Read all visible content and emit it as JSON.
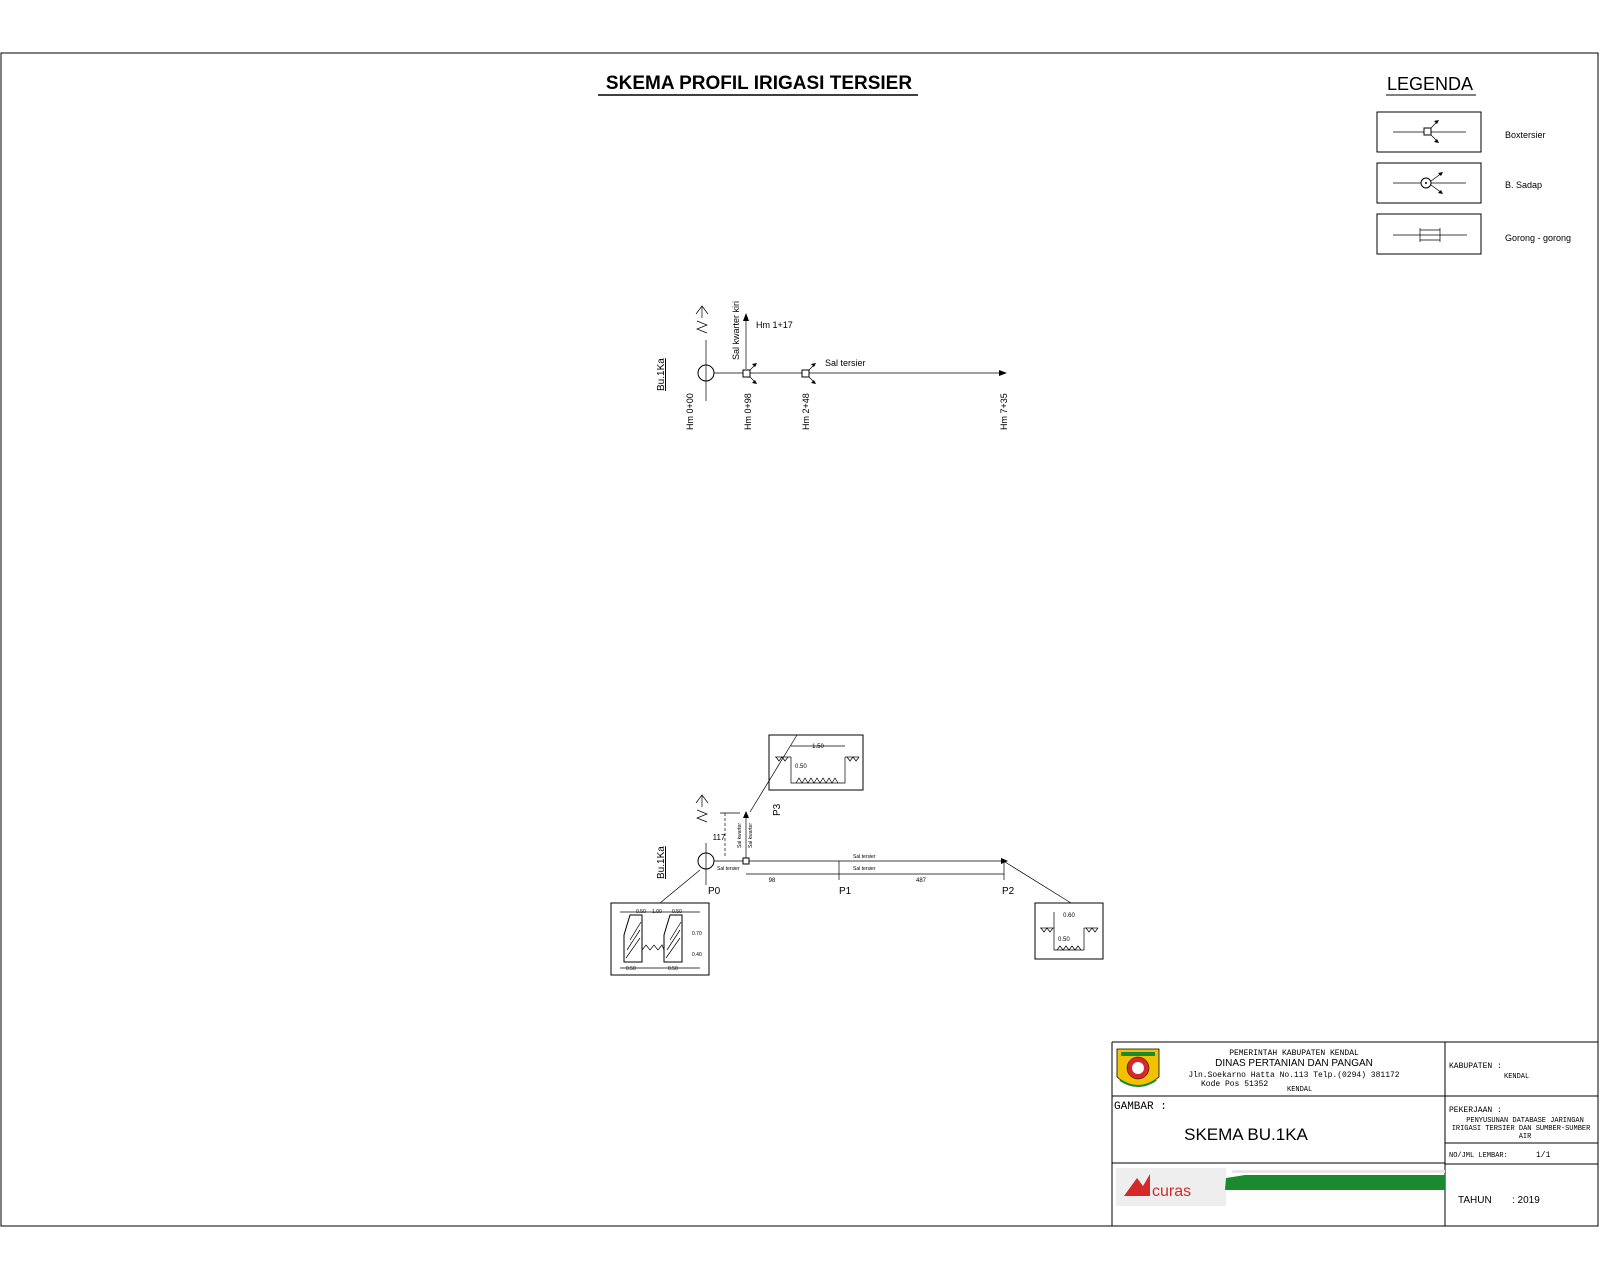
{
  "title": "SKEMA PROFIL IRIGASI TERSIER",
  "legend": {
    "title": "LEGENDA",
    "items": [
      {
        "symbol": "boks-tersier-icon",
        "label": "Boxtersier"
      },
      {
        "symbol": "bangunan-sadap-icon",
        "label": "B. Sadap"
      },
      {
        "symbol": "gorong-gorong-icon",
        "label": "Gorong - gorong"
      }
    ]
  },
  "schema": {
    "head_label": "Bu.1Ka",
    "branch_label": "Sal kwarter kiri",
    "branch_hm": "Hm 1+17",
    "tertiary_label": "Sal tersier",
    "stations": [
      "Hm 0+00",
      "Hm 0+98",
      "Hm 2+48",
      "Hm 7+35"
    ]
  },
  "profile": {
    "head_label": "Bu.1Ka",
    "points": [
      "P0",
      "P1",
      "P2",
      "P3"
    ],
    "segment_lengths": [
      "98",
      "487"
    ],
    "branch_length": "117",
    "channel_labels": [
      "Sal tersier",
      "Sal tersier",
      "Sal tersier",
      "Sal kwarter"
    ],
    "section_p3": {
      "width": "1.50",
      "depth": "0.50"
    },
    "section_p0": {
      "dims": [
        "0.50",
        "1.00",
        "0.50",
        "0.70",
        "0.40",
        "0.50",
        "0.50"
      ]
    },
    "section_p2": {
      "width": "0.60",
      "depth": "0.50"
    }
  },
  "titleblock": {
    "gov": "PEMERINTAH KABUPATEN KENDAL",
    "agency": "DINAS PERTANIAN DAN PANGAN",
    "address": "Jln.Soekarno Hatta No.113 Telp.(0294) 381172",
    "postal": "Kode Pos 51352",
    "city": "KENDAL",
    "kabupaten_label": "KABUPATEN :",
    "kabupaten_value": "KENDAL",
    "gambar_label": "GAMBAR :",
    "gambar_value": "SKEMA BU.1KA",
    "pekerjaan_label": "PEKERJAAN :",
    "pekerjaan_lines": [
      "PENYUSUNAN DATABASE JARINGAN",
      "IRIGASI TERSIER DAN SUMBER-SUMBER",
      "AIR"
    ],
    "lembar_label": "NO/JML LEMBAR:",
    "lembar_value": "1/1",
    "tahun_label": "TAHUN",
    "tahun_value": ": 2019",
    "consultant_logo": "curas",
    "accent_green": "#1a8a2e",
    "logo_red": "#d62828",
    "emblem_yellow": "#f2c200"
  }
}
